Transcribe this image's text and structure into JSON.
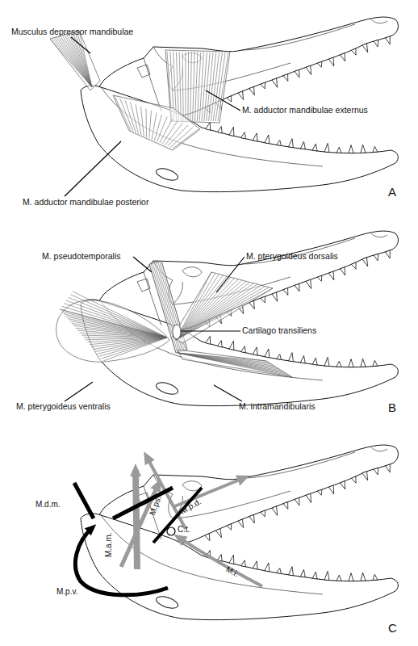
{
  "diagram": {
    "labels": [
      "Musculus depressor mandibulae",
      "M. adductor mandibulae externus",
      "M. adductor mandibulae posterior",
      "A",
      "M. pseudotemporalis",
      "M. pterygoideus dorsalis",
      "Cartilago transiliens",
      "M. pterygoideus ventralis",
      "M. intramandibularis",
      "B",
      "M.d.m.",
      "M.a.m.",
      "M.ps.",
      "M.p.d.",
      "C.t.",
      "M.i.",
      "M.p.v.",
      "C"
    ]
  }
}
